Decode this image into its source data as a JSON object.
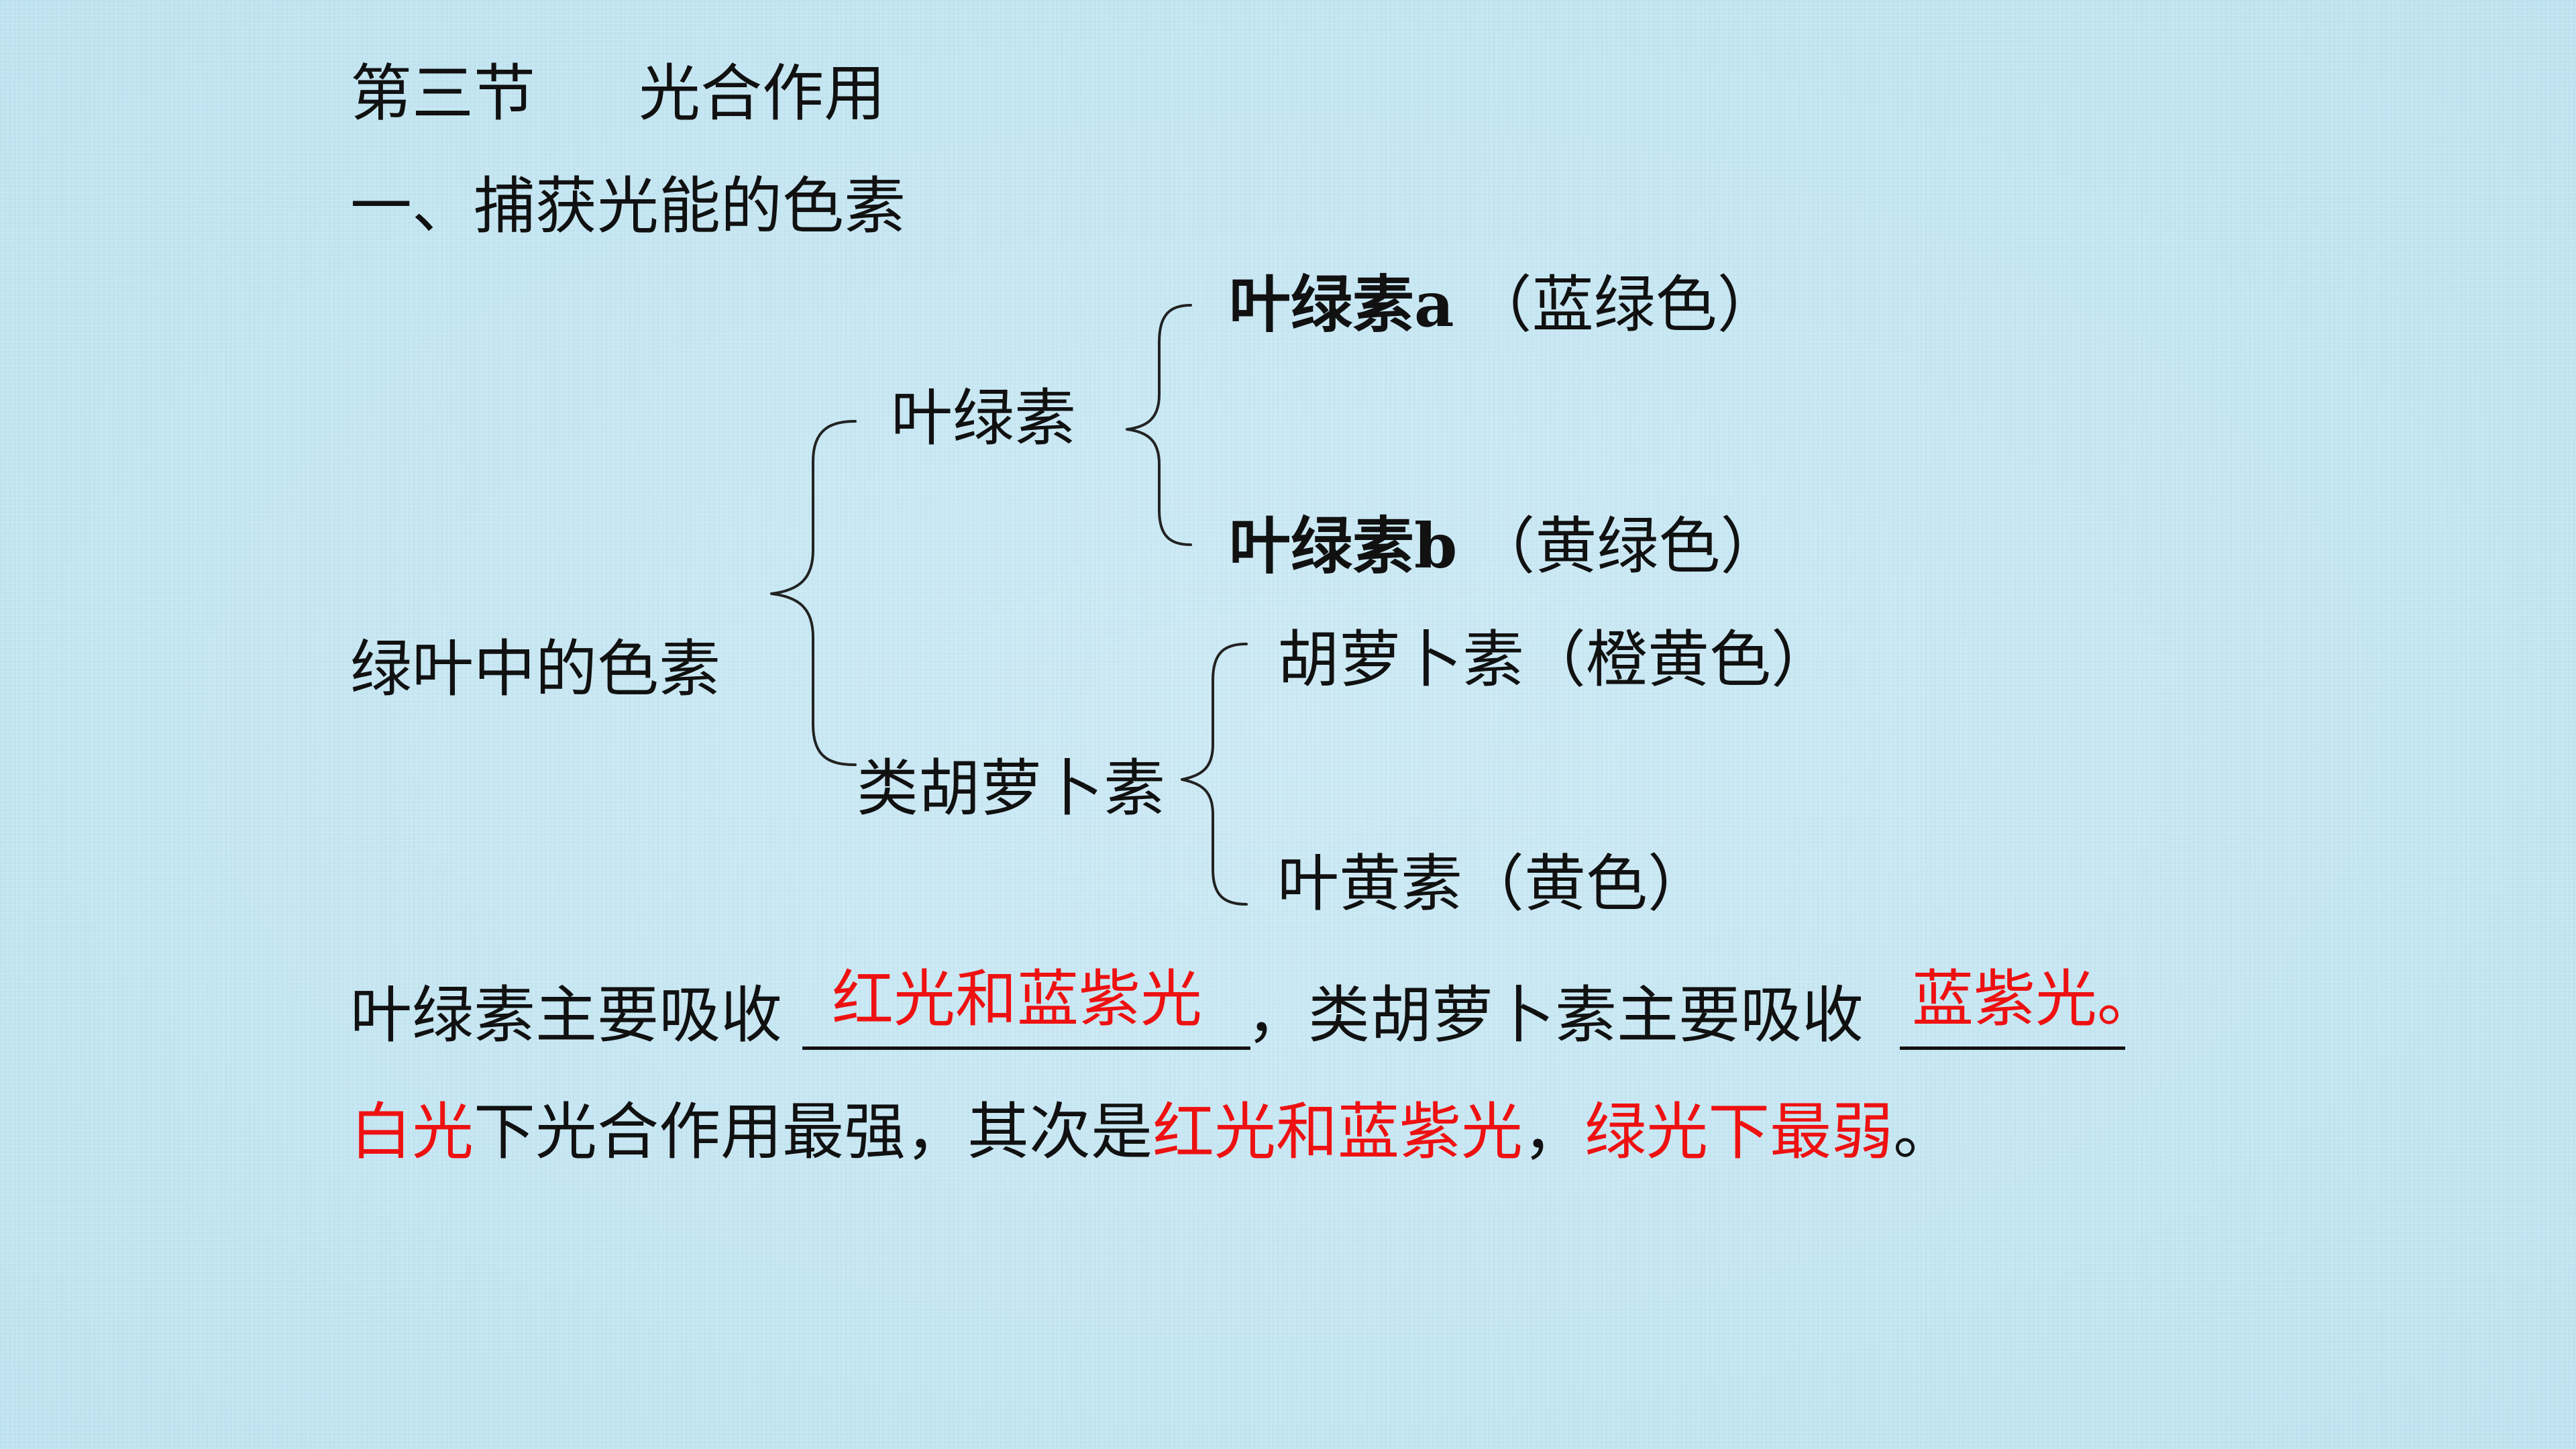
{
  "header": {
    "section": "第三节",
    "title": "光合作用",
    "subtitle": "一、捕获光能的色素"
  },
  "diagram": {
    "root": "绿叶中的色素",
    "chlorophyll": {
      "label": "叶绿素",
      "a": "叶绿素a",
      "a_color": "（蓝绿色）",
      "b": "叶绿素b",
      "b_color": "（黄绿色）"
    },
    "carotenoid": {
      "label": "类胡萝卜素",
      "carotene": "胡萝卜素（橙黄色）",
      "xanthophyll": "叶黄素（黄色）"
    }
  },
  "absorption": {
    "prefix": "叶绿素主要吸收",
    "answer1": "红光和蓝紫光",
    "middle": "，类胡萝卜素主要吸收",
    "answer2": "蓝紫光",
    "end": "。"
  },
  "conclusion": {
    "part1": "白光",
    "part2": "下光合作用最强，其次是",
    "part3": "红光和蓝紫光",
    "part4": "，",
    "part5": "绿光下最弱",
    "part6": "。"
  },
  "colors": {
    "answer_red": "#ee1111",
    "text": "#111111"
  }
}
